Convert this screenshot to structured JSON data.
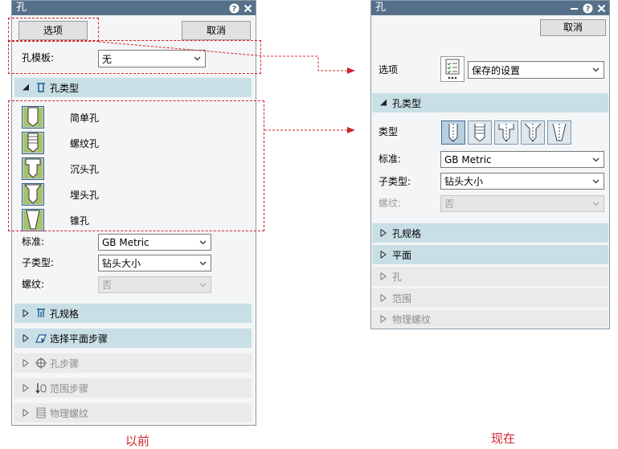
{
  "before": {
    "window_title": "孔",
    "options_button": "选项",
    "cancel_button": "取消",
    "template_label": "孔模板:",
    "template_value": "无",
    "hole_type_section": "孔类型",
    "hole_types": [
      "简单孔",
      "螺纹孔",
      "沉头孔",
      "埋头孔",
      "锥孔"
    ],
    "standard_label": "标准:",
    "standard_value": "GB Metric",
    "subtype_label": "子类型:",
    "subtype_value": "钻头大小",
    "thread_label": "螺纹:",
    "thread_value": "否",
    "sections": [
      "孔规格",
      "选择平面步骤",
      "孔步骤",
      "范围步骤",
      "物理螺纹"
    ],
    "caption": "以前"
  },
  "after": {
    "window_title": "孔",
    "cancel_button": "取消",
    "options_label": "选项",
    "options_value": "保存的设置",
    "hole_type_section": "孔类型",
    "type_label": "类型",
    "standard_label": "标准:",
    "standard_value": "GB Metric",
    "subtype_label": "子类型:",
    "subtype_value": "钻头大小",
    "thread_label": "螺纹:",
    "thread_value": "否",
    "sections": [
      "孔规格",
      "平面",
      "孔",
      "范围",
      "物理螺纹"
    ],
    "caption": "现在"
  },
  "colors": {
    "titlebar": "#56708a",
    "section": "#c9dfe6",
    "annotation": "#d2232a"
  },
  "icons": [
    "help-icon",
    "close-icon",
    "minimize-icon",
    "chevron-down-icon",
    "expand-triangle-icon",
    "collapse-triangle-icon",
    "hole-type-icon"
  ]
}
